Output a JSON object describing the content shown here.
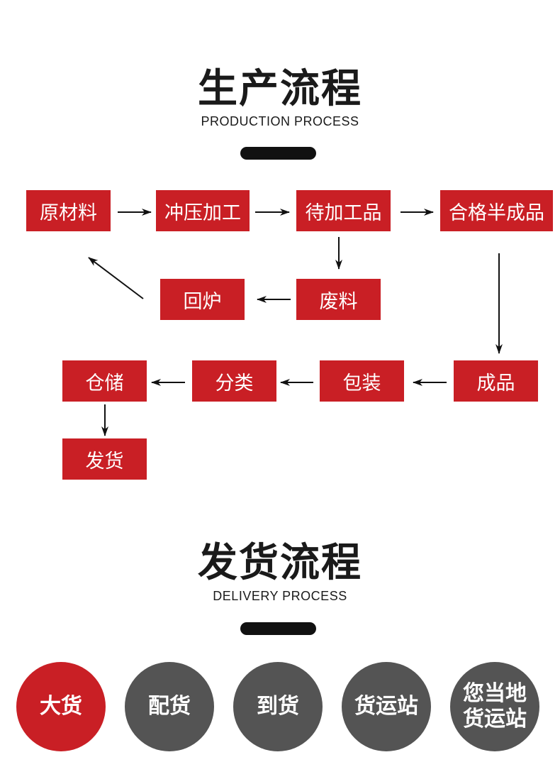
{
  "colors": {
    "red": "#c91f25",
    "gray": "#545454",
    "arrow": "#111111"
  },
  "production": {
    "title": "生产流程",
    "subtitle": "PRODUCTION PROCESS",
    "steps": {
      "raw_material": "原材料",
      "stamping": "冲压加工",
      "to_process": "待加工品",
      "semi_finished": "合格半成品",
      "remelt": "回炉",
      "scrap": "废料",
      "storage": "仓储",
      "sorting": "分类",
      "packing": "包装",
      "finished": "成品",
      "shipping": "发货"
    }
  },
  "delivery": {
    "title": "发货流程",
    "subtitle": "DELIVERY PROCESS",
    "items": [
      {
        "label": "大货"
      },
      {
        "label": "配货"
      },
      {
        "label": "到货"
      },
      {
        "label": "货运站"
      },
      {
        "line1": "您当地",
        "line2": "货运站"
      }
    ]
  }
}
